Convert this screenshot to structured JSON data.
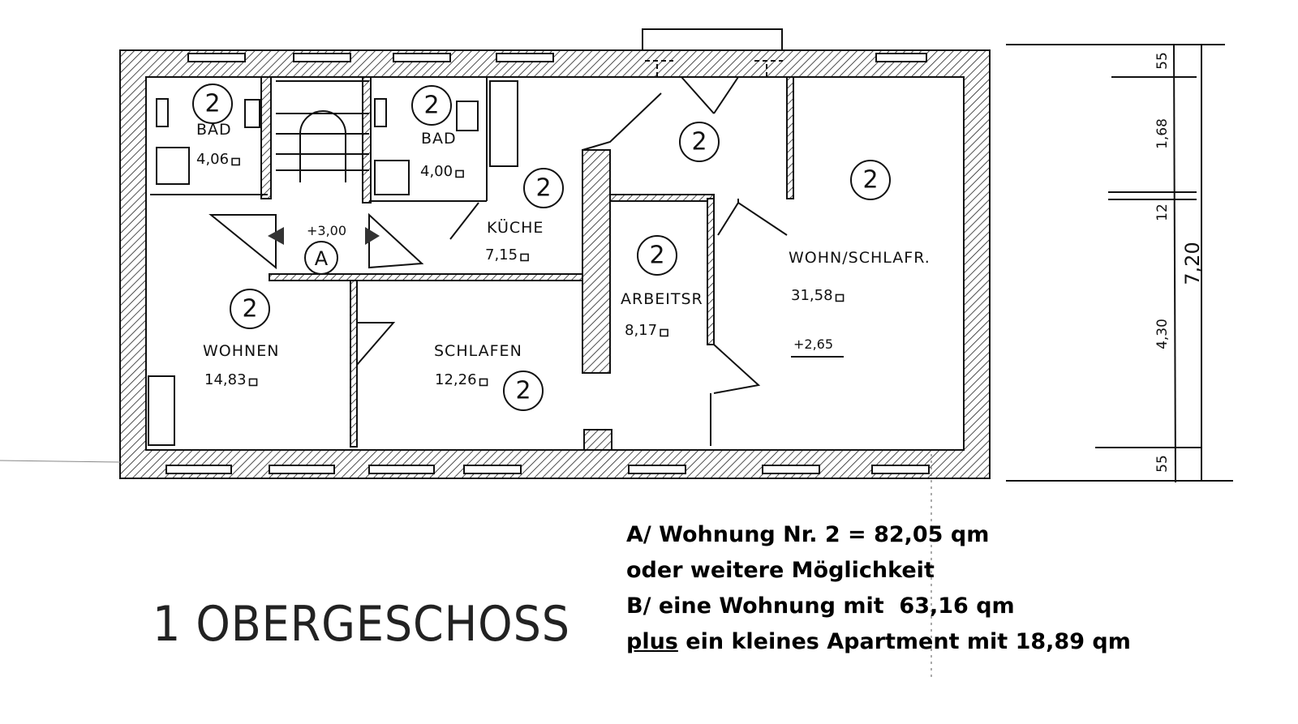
{
  "plan": {
    "title": "1 OBERGESCHOSS",
    "apartment_marker": "2",
    "entrance_marker": "A",
    "rooms": [
      {
        "name": "BAD",
        "area": "4,06"
      },
      {
        "name": "BAD",
        "area": "4,00"
      },
      {
        "name": "KÜCHE",
        "area": "7,15"
      },
      {
        "name": "WOHNEN",
        "area": "14,83"
      },
      {
        "name": "SCHLAFEN",
        "area": "12,26"
      },
      {
        "name": "ARBEITSR",
        "area": "8,17"
      },
      {
        "name": "WOHN/SCHLAFR.",
        "area": "31,58"
      }
    ],
    "levels": {
      "stair_landing": "+3,00",
      "living": "+2,65"
    },
    "dimensions": {
      "top": "55",
      "upper": "1,68",
      "middle": "12",
      "lower": "4,30",
      "bottom": "55",
      "total": "7,20"
    }
  },
  "notes": {
    "line1": "A/ Wohnung Nr. 2 = 82,05 qm",
    "line2": "oder weitere Möglichkeit",
    "line3": "B/ eine Wohnung mit  63,16 qm",
    "line4_underlined": "plus",
    "line4_rest": " ein kleines Apartment mit 18,89 qm"
  },
  "colors": {
    "ink": "#111111",
    "paper": "#ffffff"
  }
}
